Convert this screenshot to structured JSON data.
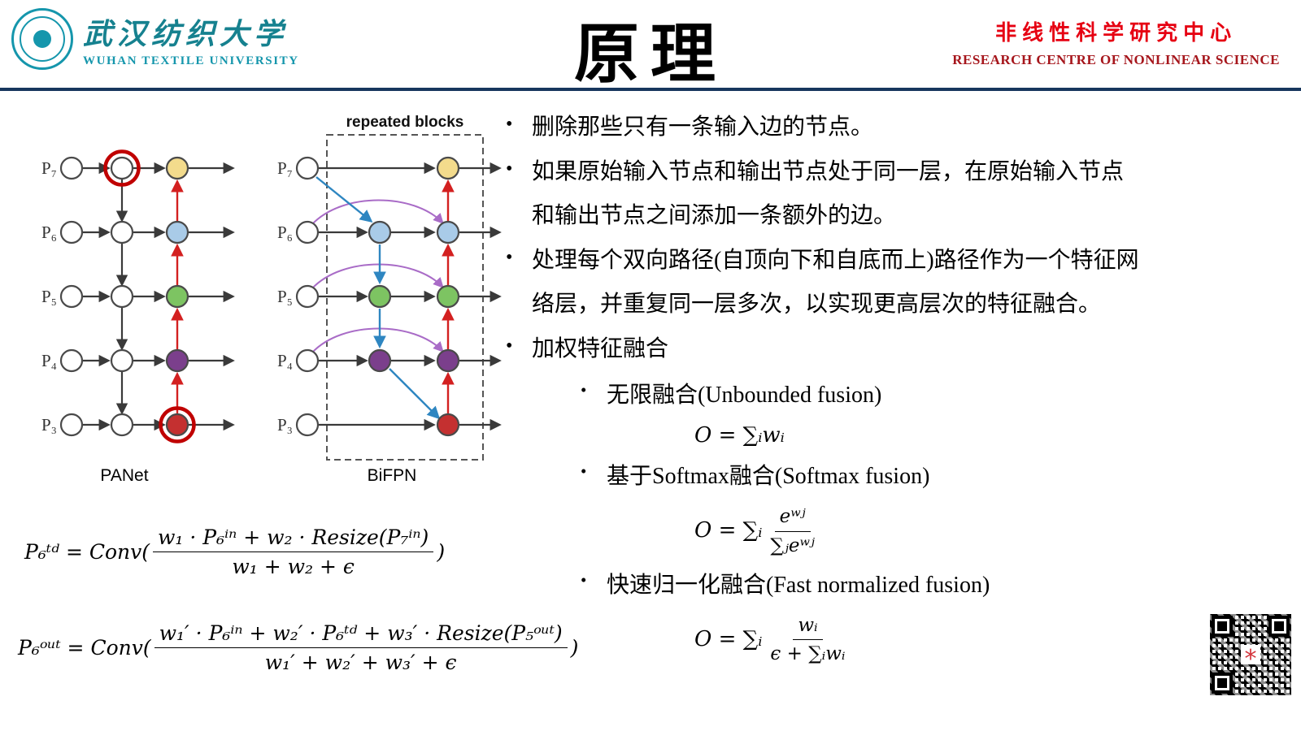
{
  "header": {
    "university_name_cn": "武汉纺织大学",
    "university_name_en": "WUHAN TEXTILE UNIVERSITY",
    "slide_title": "原理",
    "centre_name_cn": "非线性科学研究中心",
    "centre_name_en": "RESEARCH CENTRE OF NONLINEAR SCIENCE"
  },
  "theme": {
    "divider_navy": "#17365D",
    "university_teal": "#1596AC",
    "centre_red": "#E60012",
    "centre_dark_red": "#A6161C"
  },
  "diagrams": {
    "panet": {
      "label": "PANet",
      "rows": [
        {
          "label": "P₇"
        },
        {
          "label": "P₆"
        },
        {
          "label": "P₅"
        },
        {
          "label": "P₄"
        },
        {
          "label": "P₃"
        }
      ]
    },
    "bifpn": {
      "label": "BiFPN",
      "repeated_blocks": "repeated blocks",
      "rows": [
        {
          "label": "P₇"
        },
        {
          "label": "P₆"
        },
        {
          "label": "P₅"
        },
        {
          "label": "P₄"
        },
        {
          "label": "P₃"
        }
      ]
    },
    "colors": {
      "p7_node": "#F3DB8C",
      "p6_node": "#A9CBE8",
      "p5_node": "#7DC462",
      "p4_node": "#7B3F8C",
      "p3_node": "#C43030",
      "highlight_ring": "#C00000",
      "top_down_arrow": "#2E86C1",
      "bottom_up_arrow": "#D32020",
      "skip_arrow": "#A96CC7"
    }
  },
  "formulas": {
    "td": {
      "lhs": "P₆ᵗᵈ = Conv(",
      "numerator": "w₁ · P₆ⁱⁿ + w₂ · Resize(P₇ⁱⁿ)",
      "denominator": "w₁ + w₂ + ϵ",
      "close": ")"
    },
    "out": {
      "lhs": "P₆ᵒᵘᵗ = Conv(",
      "numerator": "w₁′ · P₆ⁱⁿ + w₂′ · P₆ᵗᵈ + w₃′ · Resize(P₅ᵒᵘᵗ)",
      "denominator": "w₁′ + w₂′ + w₃′ + ϵ",
      "close": ")"
    }
  },
  "bullets": [
    {
      "text": "删除那些只有一条输入边的节点。"
    },
    {
      "text": "如果原始输入节点和输出节点处于同一层，在原始输入节点和输出节点之间添加一条额外的边。"
    },
    {
      "text": "处理每个双向路径(自顶向下和自底而上)路径作为一个特征网络层，并重复同一层多次，以实现更高层次的特征融合。"
    },
    {
      "text": "加权特征融合"
    }
  ],
  "fusion_methods": [
    {
      "label": "无限融合(Unbounded fusion)",
      "formula": "O = ∑ᵢwᵢ"
    },
    {
      "label": "基于Softmax融合(Softmax fusion)",
      "formula_prefix": "O = ∑ᵢ",
      "formula_numerator": "eʷʲ",
      "formula_denominator": "∑ⱼeʷʲ"
    },
    {
      "label": "快速归一化融合(Fast normalized fusion)",
      "formula_prefix": "O = ∑ᵢ",
      "formula_numerator": "wᵢ",
      "formula_denominator": "ϵ + ∑ᵢwᵢ"
    }
  ]
}
